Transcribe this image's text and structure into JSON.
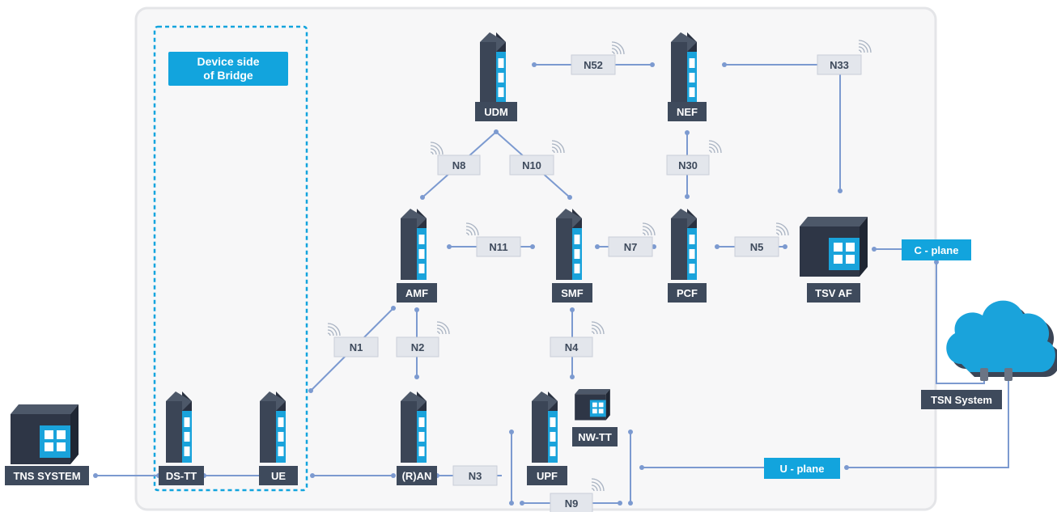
{
  "device_side": {
    "label_line1": "Device side",
    "label_line2": "of Bridge"
  },
  "nodes": {
    "udm": "UDM",
    "nef": "NEF",
    "amf": "AMF",
    "smf": "SMF",
    "pcf": "PCF",
    "tsv_af": "TSV AF",
    "ran": "(R)AN",
    "upf": "UPF",
    "nw_tt": "NW-TT",
    "ue": "UE",
    "ds_tt": "DS-TT",
    "tns_system": "TNS SYSTEM",
    "tsn_system": "TSN System"
  },
  "interfaces": {
    "n52": "N52",
    "n33": "N33",
    "n8": "N8",
    "n10": "N10",
    "n30": "N30",
    "n11": "N11",
    "n7": "N7",
    "n5": "N5",
    "n1": "N1",
    "n2": "N2",
    "n4": "N4",
    "n3": "N3",
    "n9": "N9"
  },
  "planes": {
    "c_plane": "C - plane",
    "u_plane": "U - plane"
  },
  "colors": {
    "node_label_bg": "#3e4a5c",
    "accent_blue": "#12a4dd",
    "connector": "#7c9ad0",
    "interface_box": "#e3e6ec",
    "panel_bg": "#f7f7f8"
  }
}
